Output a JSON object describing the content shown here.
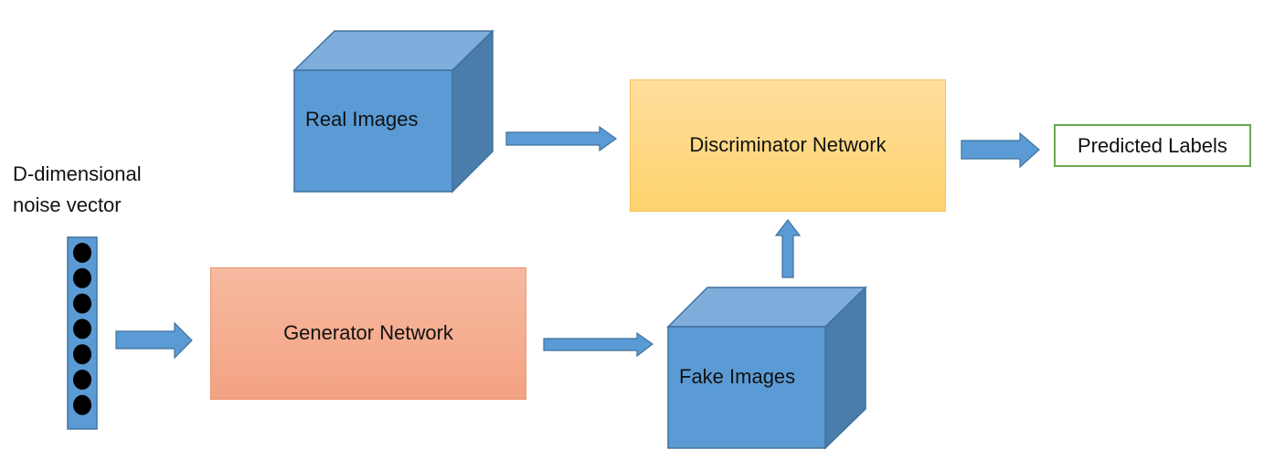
{
  "noise_vector": {
    "label_line1": "D-dimensional",
    "label_line2": "noise vector",
    "dot_count": 7
  },
  "generator": {
    "label": "Generator Network"
  },
  "real_images": {
    "label": "Real Images"
  },
  "fake_images": {
    "label": "Fake Images"
  },
  "discriminator": {
    "label": "Discriminator Network"
  },
  "output": {
    "label": "Predicted Labels"
  },
  "colors": {
    "cube_front": "#5b9bd5",
    "cube_top": "#7faedc",
    "cube_side": "#4a7dac",
    "cube_stroke": "#41719c",
    "arrow_fill": "#5b9bd5",
    "generator_fill": "#f4a283",
    "discriminator_fill": "#fed36e",
    "output_border": "#6aa84f"
  }
}
